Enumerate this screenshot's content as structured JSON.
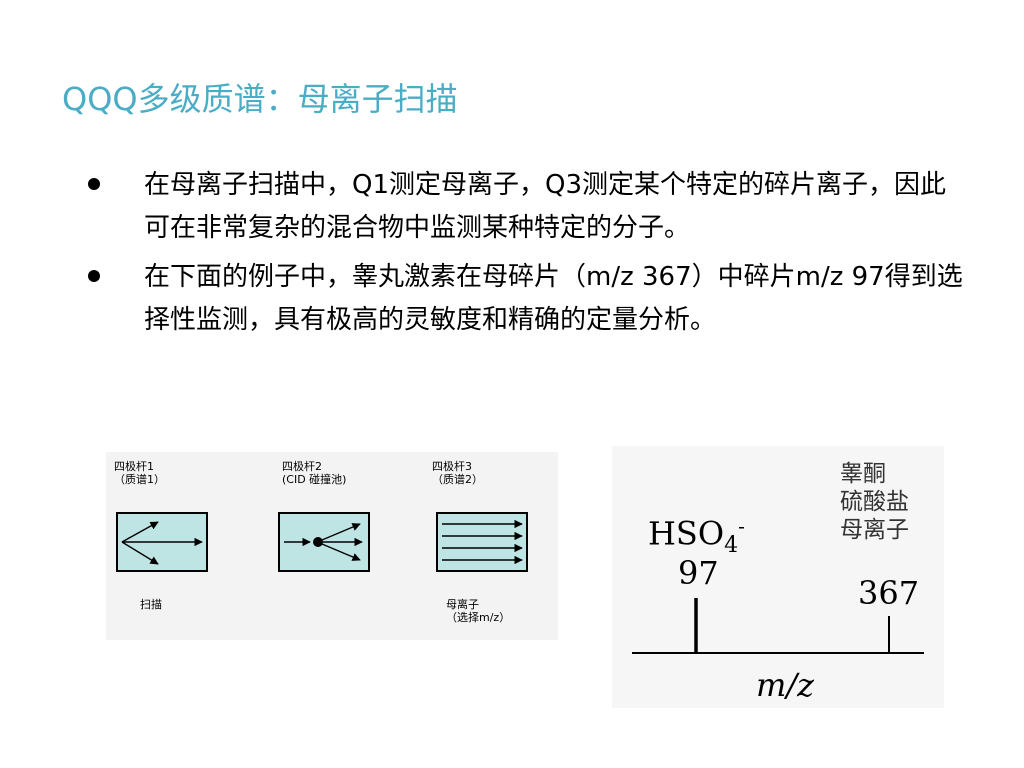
{
  "slide": {
    "title": "QQQ多级质谱：母离子扫描",
    "title_color": "#4bacc6"
  },
  "bullets": [
    {
      "text": "在母离子扫描中，Q1测定母离子，Q3测定某个特定的碎片离子，因此可在非常复杂的混合物中监测某种特定的分子。"
    },
    {
      "text": "在下面的例子中，睾丸激素在母碎片（m/z 367）中碎片m/z 97得到选择性监测，具有极高的灵敏度和精确的定量分析。"
    }
  ],
  "quadrupole_diagram": {
    "box_color": "#bfe4e4",
    "quad1": {
      "label": "四极杆1\n（质谱1）",
      "caption": "扫描"
    },
    "quad2": {
      "label": "四极杆2\n(CID 碰撞池)"
    },
    "quad3": {
      "label": "四极杆3\n（质谱2）",
      "caption": "母离子\n（选择m/z）"
    }
  },
  "spectrum": {
    "fragment_formula": "HSO",
    "fragment_subscript": "4",
    "fragment_charge": "-",
    "fragment_mz": "97",
    "parent_name": "睾酮\n硫酸盐\n母离子",
    "parent_mz": "367",
    "x_axis_label": "m/z"
  }
}
